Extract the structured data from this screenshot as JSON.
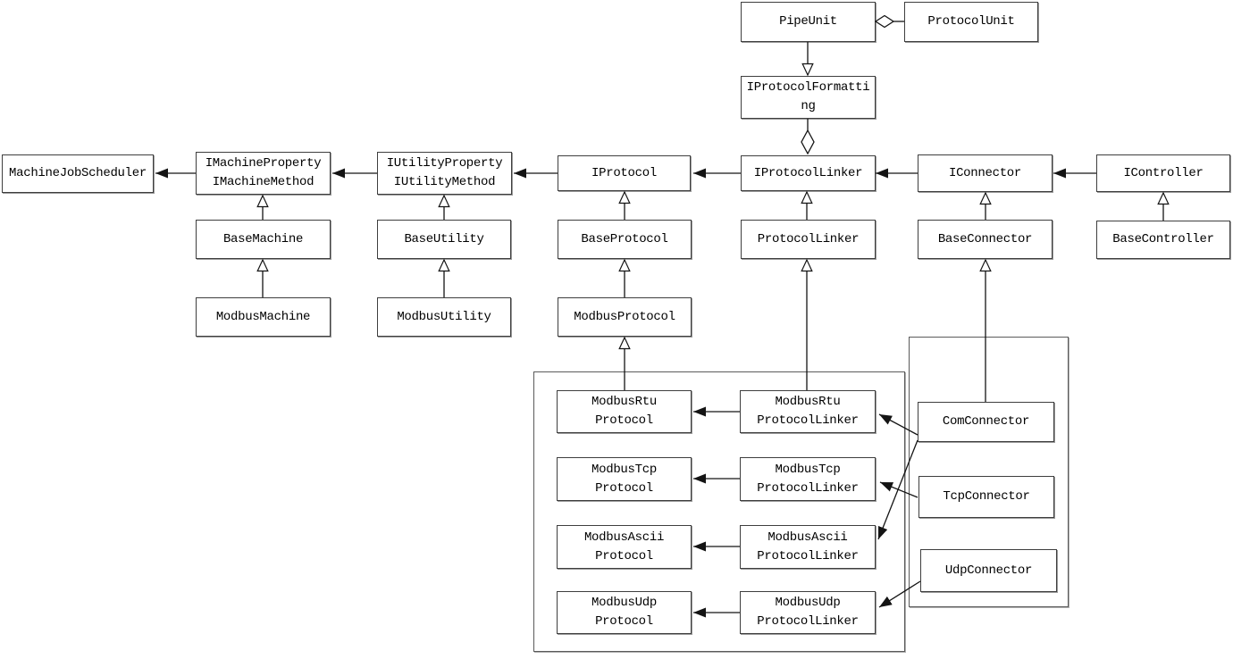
{
  "diagram": {
    "type": "uml-class-diagram",
    "colors": {
      "background": "#ffffff",
      "node_fill": "#ffffff",
      "node_border": "#3e3e3e",
      "line": "#141414"
    },
    "nodes": {
      "pipe_unit": {
        "label": "PipeUnit"
      },
      "protocol_unit": {
        "label": "ProtocolUnit"
      },
      "iprotocol_formatting": {
        "label": "IProtocolFormatti\nng"
      },
      "machine_job_scheduler": {
        "label": "MachineJobScheduler"
      },
      "imachine_property_method": {
        "label": "IMachineProperty\nIMachineMethod"
      },
      "iutility_property_method": {
        "label": "IUtilityProperty\nIUtilityMethod"
      },
      "iprotocol": {
        "label": "IProtocol"
      },
      "iprotocol_linker": {
        "label": "IProtocolLinker"
      },
      "iconnector": {
        "label": "IConnector"
      },
      "icontroller": {
        "label": "IController"
      },
      "base_machine": {
        "label": "BaseMachine"
      },
      "base_utility": {
        "label": "BaseUtility"
      },
      "base_protocol": {
        "label": "BaseProtocol"
      },
      "protocol_linker": {
        "label": "ProtocolLinker"
      },
      "base_connector": {
        "label": "BaseConnector"
      },
      "base_controller": {
        "label": "BaseController"
      },
      "modbus_machine": {
        "label": "ModbusMachine"
      },
      "modbus_utility": {
        "label": "ModbusUtility"
      },
      "modbus_protocol": {
        "label": "ModbusProtocol"
      },
      "modbus_rtu_protocol": {
        "label": "ModbusRtu\nProtocol"
      },
      "modbus_rtu_protocol_linker": {
        "label": "ModbusRtu\nProtocolLinker"
      },
      "modbus_tcp_protocol": {
        "label": "ModbusTcp\nProtocol"
      },
      "modbus_tcp_protocol_linker": {
        "label": "ModbusTcp\nProtocolLinker"
      },
      "modbus_ascii_protocol": {
        "label": "ModbusAscii\nProtocol"
      },
      "modbus_ascii_protocol_linker": {
        "label": "ModbusAscii\nProtocolLinker"
      },
      "modbus_udp_protocol": {
        "label": "ModbusUdp\nProtocol"
      },
      "modbus_udp_protocol_linker": {
        "label": "ModbusUdp\nProtocolLinker"
      },
      "com_connector": {
        "label": "ComConnector"
      },
      "tcp_connector": {
        "label": "TcpConnector"
      },
      "udp_connector": {
        "label": "UdpConnector"
      }
    },
    "groups": [
      {
        "name": "modbus-protocol-variants",
        "members": [
          "modbus_rtu_protocol",
          "modbus_rtu_protocol_linker",
          "modbus_tcp_protocol",
          "modbus_tcp_protocol_linker",
          "modbus_ascii_protocol",
          "modbus_ascii_protocol_linker",
          "modbus_udp_protocol",
          "modbus_udp_protocol_linker"
        ]
      },
      {
        "name": "connector-variants",
        "members": [
          "com_connector",
          "tcp_connector",
          "udp_connector"
        ]
      }
    ],
    "edges": [
      {
        "from": "pipe_unit",
        "to": "protocol_unit",
        "type": "aggregation"
      },
      {
        "from": "pipe_unit",
        "to": "iprotocol_formatting",
        "type": "generalization"
      },
      {
        "from": "iprotocol_formatting",
        "to": "iprotocol_linker",
        "type": "aggregation"
      },
      {
        "from": "imachine_property_method",
        "to": "machine_job_scheduler",
        "type": "association-arrow"
      },
      {
        "from": "iutility_property_method",
        "to": "imachine_property_method",
        "type": "association-arrow"
      },
      {
        "from": "iprotocol",
        "to": "iutility_property_method",
        "type": "association-arrow"
      },
      {
        "from": "iprotocol_linker",
        "to": "iprotocol",
        "type": "association-arrow"
      },
      {
        "from": "iconnector",
        "to": "iprotocol_linker",
        "type": "association-arrow"
      },
      {
        "from": "icontroller",
        "to": "iconnector",
        "type": "association-arrow"
      },
      {
        "from": "base_machine",
        "to": "imachine_property_method",
        "type": "generalization"
      },
      {
        "from": "modbus_machine",
        "to": "base_machine",
        "type": "generalization"
      },
      {
        "from": "base_utility",
        "to": "iutility_property_method",
        "type": "generalization"
      },
      {
        "from": "modbus_utility",
        "to": "base_utility",
        "type": "generalization"
      },
      {
        "from": "base_protocol",
        "to": "iprotocol",
        "type": "generalization"
      },
      {
        "from": "modbus_protocol",
        "to": "base_protocol",
        "type": "generalization"
      },
      {
        "from": "modbus_rtu_protocol",
        "to": "modbus_protocol",
        "type": "generalization"
      },
      {
        "from": "protocol_linker",
        "to": "iprotocol_linker",
        "type": "generalization"
      },
      {
        "from": "modbus_rtu_protocol_linker",
        "to": "protocol_linker",
        "type": "generalization"
      },
      {
        "from": "base_connector",
        "to": "iconnector",
        "type": "generalization"
      },
      {
        "from": "com_connector",
        "to": "base_connector",
        "type": "generalization"
      },
      {
        "from": "base_controller",
        "to": "icontroller",
        "type": "generalization"
      },
      {
        "from": "modbus_rtu_protocol_linker",
        "to": "modbus_rtu_protocol",
        "type": "association-arrow"
      },
      {
        "from": "modbus_tcp_protocol_linker",
        "to": "modbus_tcp_protocol",
        "type": "association-arrow"
      },
      {
        "from": "modbus_ascii_protocol_linker",
        "to": "modbus_ascii_protocol",
        "type": "association-arrow"
      },
      {
        "from": "modbus_udp_protocol_linker",
        "to": "modbus_udp_protocol",
        "type": "association-arrow"
      },
      {
        "from": "com_connector",
        "to": "modbus_rtu_protocol_linker",
        "type": "association-arrow"
      },
      {
        "from": "com_connector",
        "to": "modbus_ascii_protocol_linker",
        "type": "association-arrow"
      },
      {
        "from": "tcp_connector",
        "to": "modbus_tcp_protocol_linker",
        "type": "association-arrow"
      },
      {
        "from": "udp_connector",
        "to": "modbus_udp_protocol_linker",
        "type": "association-arrow"
      }
    ]
  }
}
